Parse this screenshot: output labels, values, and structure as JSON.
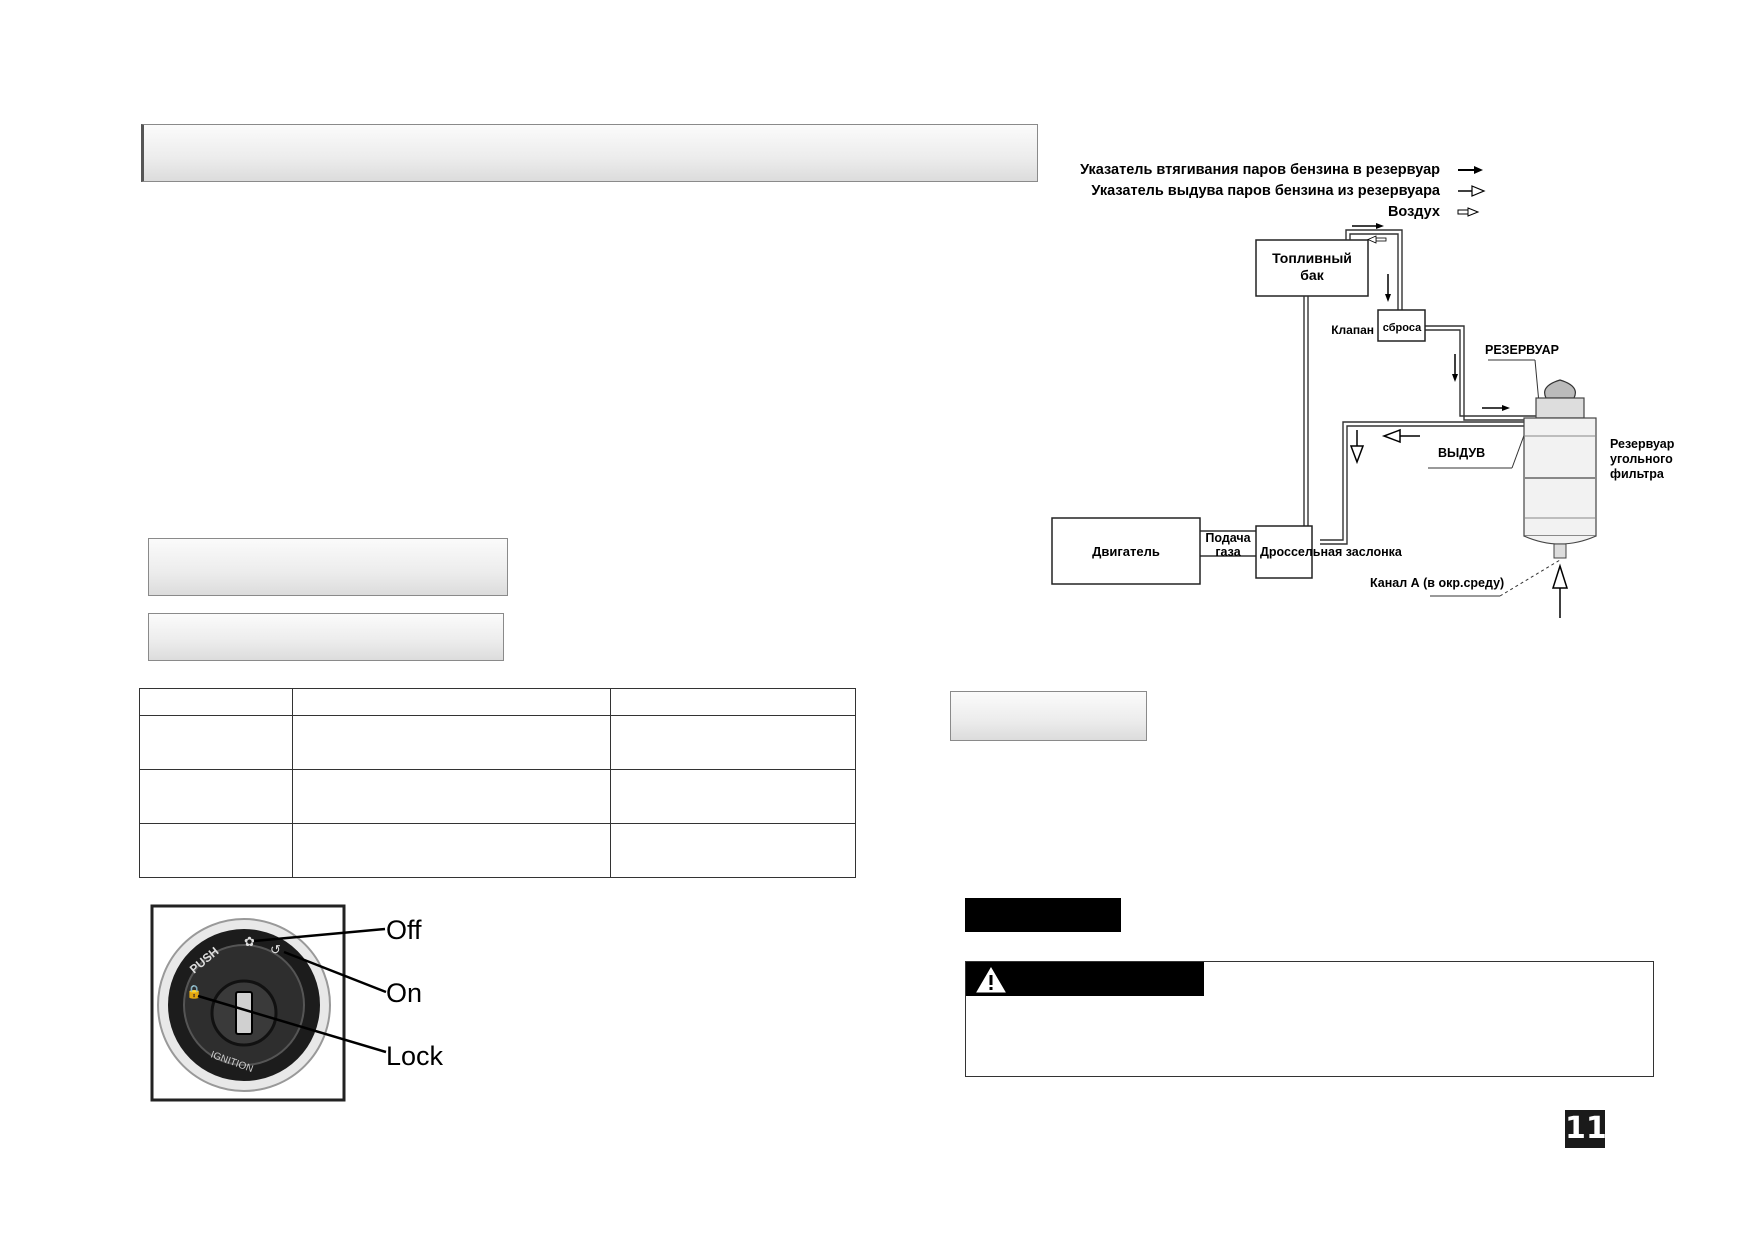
{
  "page_number": "11",
  "legend": {
    "intake": "Указатель втягивания паров бензина в резервуар",
    "exhaust": "Указатель выдува паров бензина из резервуара",
    "air": "Воздух"
  },
  "evap_diagram": {
    "fuel_tank_line1": "Топливный",
    "fuel_tank_line2": "бак",
    "valve_prefix": "Клапан",
    "valve_box": "сброса",
    "reservoir_label": "РЕЗЕРВУАР",
    "blowout_label": "ВЫДУВ",
    "filter_line1": "Резервуар",
    "filter_line2": "угольного",
    "filter_line3": "фильтра",
    "engine": "Двигатель",
    "throttle_feed_line1": "Подача",
    "throttle_feed_line2": "газа",
    "throttle_valve": "Дроссельная заслонка",
    "channel_a": "Канал А (в окр.среду)"
  },
  "ignition": {
    "off": "Off",
    "on": "On",
    "lock": "Lock",
    "push": "PUSH",
    "ignition": "IGNITION"
  },
  "spec_table": {
    "rows": [
      [
        "",
        "",
        ""
      ],
      [
        "",
        "",
        ""
      ],
      [
        "",
        "",
        ""
      ],
      [
        "",
        "",
        ""
      ]
    ]
  }
}
